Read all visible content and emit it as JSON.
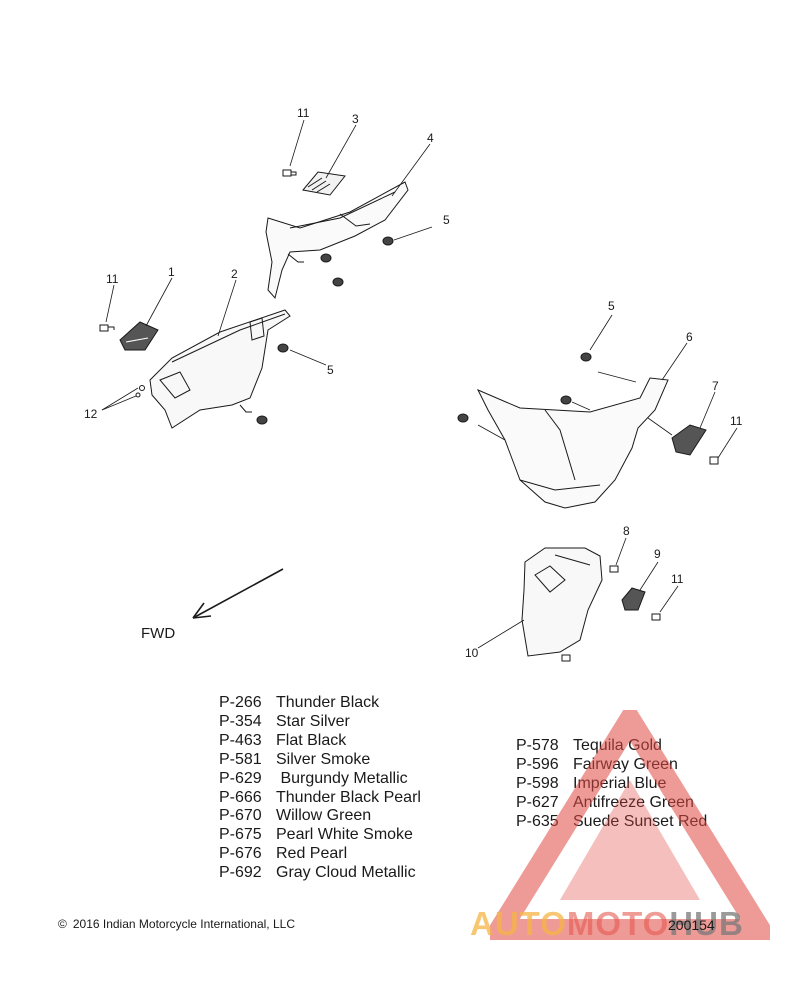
{
  "callouts": {
    "c11a": "11",
    "c3": "3",
    "c4": "4",
    "c5a": "5",
    "c11b": "11",
    "c1": "1",
    "c2": "2",
    "c5b": "5",
    "c12": "12",
    "c5c": "5",
    "c6": "6",
    "c7": "7",
    "c11c": "11",
    "c8": "8",
    "c9": "9",
    "c11d": "11",
    "c10": "10"
  },
  "direction_label": "FWD",
  "paint_codes_left": [
    {
      "code": "P-266",
      "name": "Thunder Black"
    },
    {
      "code": "P-354",
      "name": "Star Silver"
    },
    {
      "code": "P-463",
      "name": "Flat Black"
    },
    {
      "code": "P-581",
      "name": "Silver Smoke"
    },
    {
      "code": "P-629",
      "name": " Burgundy Metallic"
    },
    {
      "code": "P-666",
      "name": "Thunder Black Pearl"
    },
    {
      "code": "P-670",
      "name": "Willow Green"
    },
    {
      "code": "P-675",
      "name": "Pearl White Smoke"
    },
    {
      "code": "P-676",
      "name": "Red Pearl"
    },
    {
      "code": "P-692",
      "name": "Gray Cloud Metallic"
    }
  ],
  "paint_codes_right": [
    {
      "code": "P-578",
      "name": "Tequila Gold"
    },
    {
      "code": "P-596",
      "name": "Fairway Green"
    },
    {
      "code": "P-598",
      "name": "Imperial Blue"
    },
    {
      "code": "P-627",
      "name": "Antifreeze Green"
    },
    {
      "code": "P-635",
      "name": "Suede Sunset Red"
    }
  ],
  "copyright_symbol": "©",
  "copyright_text": "2016 Indian Motorcycle International, LLC",
  "figure_number": "200154",
  "watermark": {
    "part1": "AUTO",
    "part2": "MOTO",
    "part3": "HUB"
  },
  "colors": {
    "line": "#1a1a1a",
    "watermark_red": "#e0473f",
    "watermark_orange": "#f5b446",
    "watermark_gray": "#787878"
  }
}
